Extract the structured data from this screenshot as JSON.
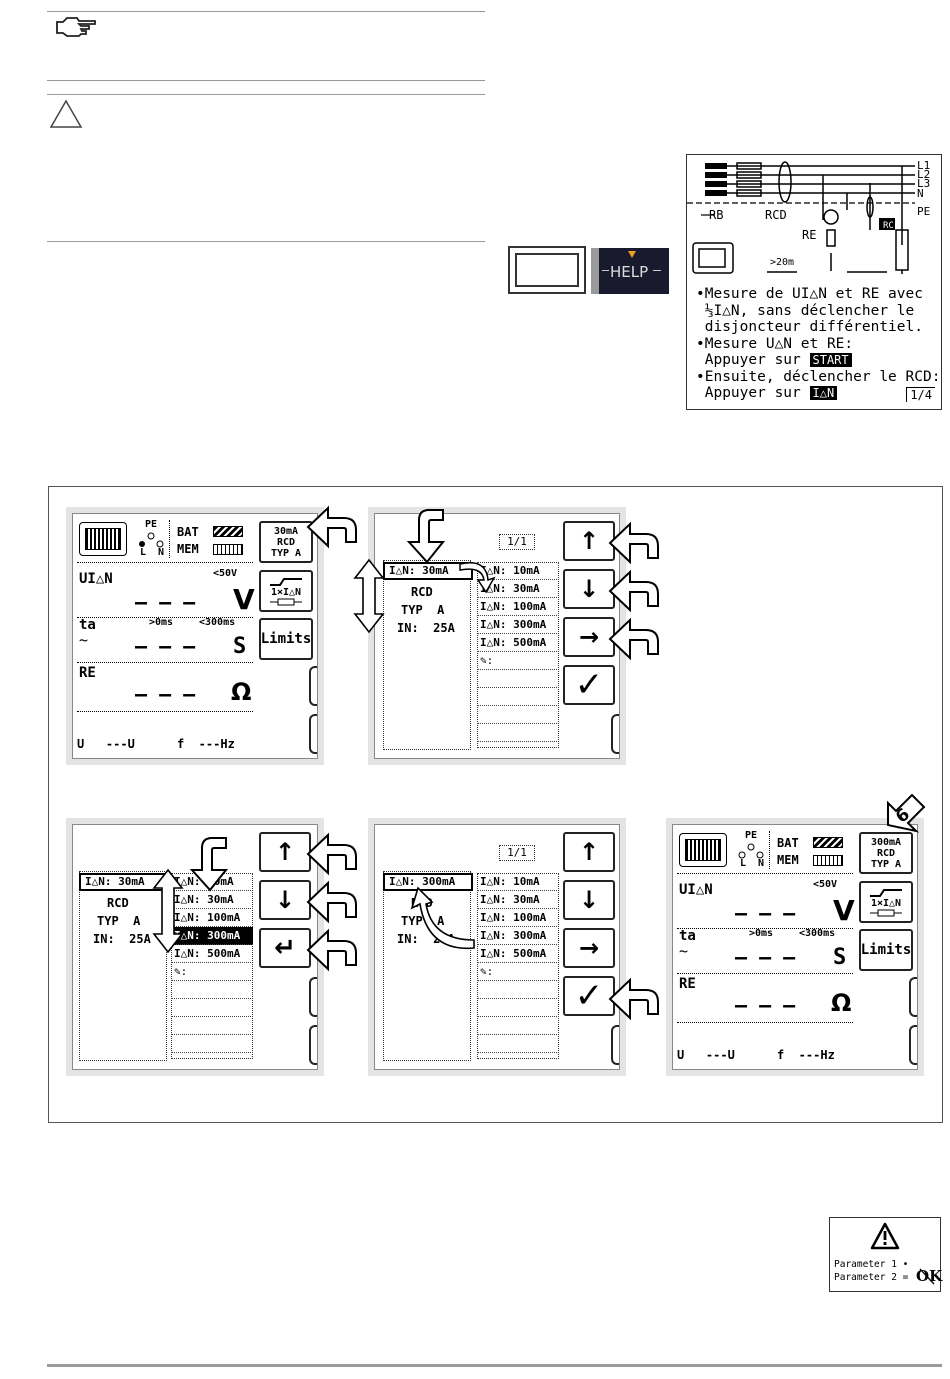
{
  "icons": {
    "hand": "pointing-hand-icon",
    "warning": "warning-triangle-icon"
  },
  "help_key": {
    "label": "HELP"
  },
  "help_screen": {
    "lines": [
      "L1",
      "L2",
      "L3",
      "N",
      "PE"
    ],
    "labels": {
      "rb": "RB",
      "rcd": "RCD",
      "re": "RE",
      "distance": ">20m",
      "box": "RC"
    },
    "text": [
      "•Mesure de UI△N et RE avec",
      " ⅓I△N, sans déclencher le",
      " disjoncteur différentiel.",
      "•Mesure U△N et RE:",
      " Appuyer sur ",
      "•Ensuite, déclencher le RCD:",
      " Appuyer sur "
    ],
    "start_key": "START",
    "ian_key": "I△N",
    "page": "1/4"
  },
  "main_screen": {
    "bat": "BAT",
    "mem": "MEM",
    "pe": "PE",
    "ln": "L  N",
    "uian": "UI△N",
    "limit_u": "<50V",
    "dash": "– – –",
    "unit_v": "V",
    "ta": "ta",
    "ta_tilde": "~",
    "ta_min": ">0ms",
    "ta_max": "<300ms",
    "unit_s": "S",
    "re": "RE",
    "unit_ohm": "Ω",
    "bottom_u": "U   ---U",
    "bottom_f": "f  ---Hz",
    "rcd_button_1": {
      "line1": "30mA",
      "line2": "RCD",
      "line3": "TYP A"
    },
    "rcd_button_6": {
      "line1": "300mA",
      "line2": "RCD",
      "line3": "TYP A"
    },
    "mult_button": "1×I△N",
    "limits_button": "Limits"
  },
  "select_screen": {
    "page": "1/1",
    "current_30": "I△N: 30mA",
    "current_300": "I△N: 300mA",
    "rcd": "RCD",
    "typ": "TYP  A",
    "in": "IN:  25A",
    "options": [
      "I△N: 10mA",
      "I△N: 30mA",
      "I△N: 100mA",
      "I△N: 300mA",
      "I△N: 500mA"
    ],
    "memo": "✎:"
  },
  "keys": {
    "up": "↑",
    "down": "↓",
    "right": "→",
    "enter": "↵",
    "ok": "✓"
  },
  "step_number": "6",
  "param_box": {
    "line1": "Parameter 1 •",
    "line2": "Parameter 2 = ",
    "ok": "OK"
  }
}
